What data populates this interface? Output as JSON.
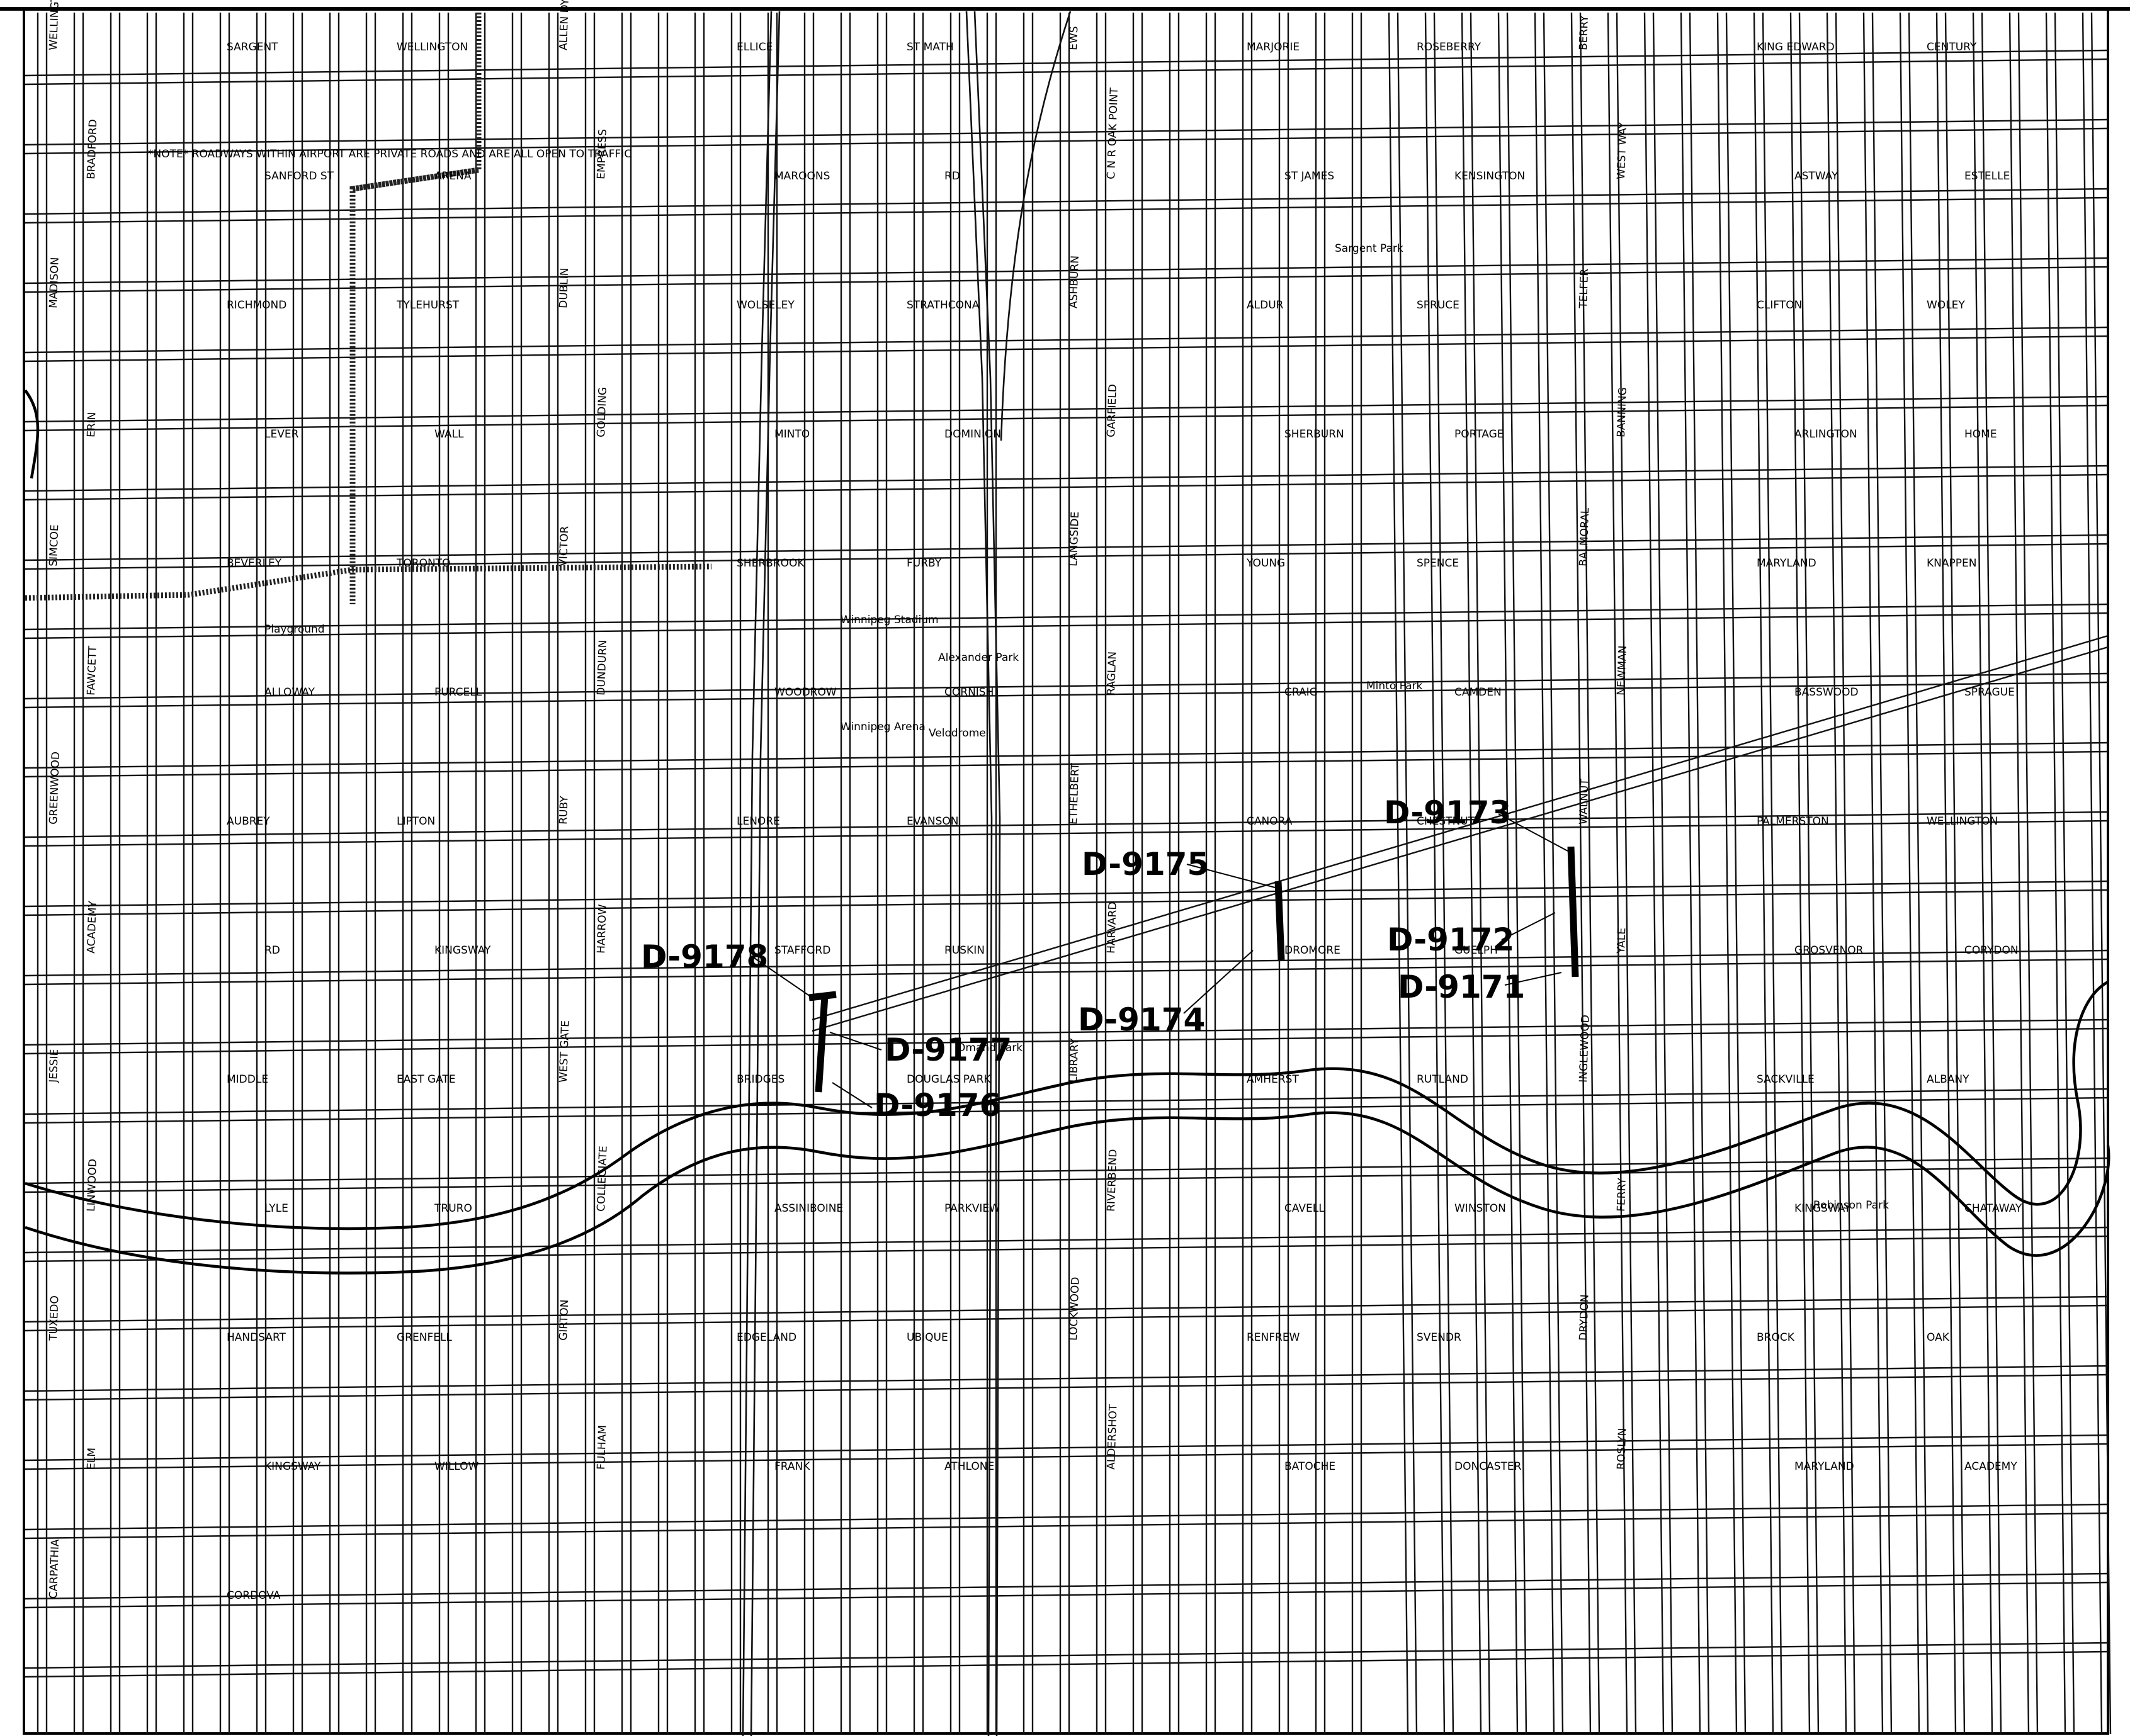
{
  "map": {
    "style": "street-map",
    "colors": {
      "lines": "#000000",
      "background": "#ffffff"
    },
    "callouts": [
      {
        "id": "D-9173"
      },
      {
        "id": "D-9175"
      },
      {
        "id": "D-9172"
      },
      {
        "id": "D-9171"
      },
      {
        "id": "D-9178"
      },
      {
        "id": "D-9174"
      },
      {
        "id": "D-9177"
      },
      {
        "id": "D-9176"
      }
    ],
    "streets": [
      "WELLINGTON",
      "SARGENT",
      "WELLINGTON",
      "ALLEN DYNE RD",
      "ELLICE",
      "ST MATH",
      "EWS",
      "MARJORIE",
      "ROSEBERRY",
      "BERRY",
      "KING EDWARD",
      "CENTURY",
      "BRADFORD",
      "SANFORD ST",
      "ARENA",
      "EMPRESS",
      "MAROONS",
      "RD",
      "C N R OAK POINT",
      "ST JAMES",
      "KENSINGTON",
      "WEST WAY",
      "ASTWAY",
      "ESTELLE",
      "MADISON",
      "RICHMOND",
      "TYLEHURST",
      "DUBLIN",
      "WOLSELEY",
      "STRATHCONA",
      "ASHBURN",
      "ALDUR",
      "SPRUCE",
      "TELFER",
      "CLIFTON",
      "WOLEY",
      "ERIN",
      "LEVER",
      "WALL",
      "GOLDING",
      "MINTO",
      "DOMINION",
      "GARFIELD",
      "SHERBURN",
      "PORTAGE",
      "BANNING",
      "ARLINGTON",
      "HOME",
      "SIMCOE",
      "BEVERLEY",
      "TORONTO",
      "VICTOR",
      "SHERBROOK",
      "FURBY",
      "LANGSIDE",
      "YOUNG",
      "SPENCE",
      "BALMORAL",
      "MARYLAND",
      "KNAPPEN",
      "FAWCETT",
      "ALLOWAY",
      "PURCELL",
      "DUNDURN",
      "WOODROW",
      "CORNISH",
      "RAGLAN",
      "CRAIG",
      "CAMDEN",
      "NEWMAN",
      "BASSWOOD",
      "SPRAGUE",
      "GREENWOOD",
      "AUBREY",
      "LIPTON",
      "RUBY",
      "LENORE",
      "EVANSON",
      "ETHELBERT",
      "CANORA",
      "CHESTNUT",
      "WALNUT",
      "PALMERSTON",
      "WELLINGTON",
      "ACADEMY",
      "RD",
      "KINGSWAY",
      "HARROW",
      "STAFFORD",
      "RUSKIN",
      "HARVARD",
      "DROMORE",
      "GUELPH",
      "YALE",
      "GROSVENOR",
      "CORYDON",
      "JESSIE",
      "MIDDLE",
      "EAST GATE",
      "WEST GATE",
      "BRIDGES",
      "DOUGLAS PARK",
      "LIBRARY",
      "AMHERST",
      "RUTLAND",
      "INGLEWOOD",
      "SACKVILLE",
      "ALBANY",
      "LINWOOD",
      "LYLE",
      "TRURO",
      "COLLEGIATE",
      "ASSINIBOINE",
      "PARKVIEW",
      "RIVERBEND",
      "CAVELL",
      "WINSTON",
      "FERRY",
      "KINGSWAY",
      "CHATAWAY",
      "TUXEDO",
      "HANDSART",
      "GRENFELL",
      "GIRTON",
      "EDGELAND",
      "UBIQUE",
      "LOCKWOOD",
      "RENFREW",
      "SVENDR",
      "DRYDON",
      "BROCK",
      "OAK",
      "ELM",
      "KINGSWAY",
      "WILLOW",
      "FULHAM",
      "FRANK",
      "ATHLONE",
      "ALDERSHOT",
      "BATOCHE",
      "DONCASTER",
      "ROSLYN",
      "MARYLAND",
      "ACADEMY",
      "CARPATHIA",
      "CORDOVA"
    ],
    "places": [
      "Winnipeg Stadium",
      "Winnipeg Arena",
      "Velodrome",
      "Alexander Park",
      "Sargent Park",
      "Minto Park",
      "Robinson Park",
      "Omand Park",
      "Playground"
    ],
    "notes": [
      "*NOTE* ROADWAYS WITHIN AIRPORT ARE PRIVATE ROADS AND ARE ALL OPEN TO TRAFFIC"
    ]
  }
}
